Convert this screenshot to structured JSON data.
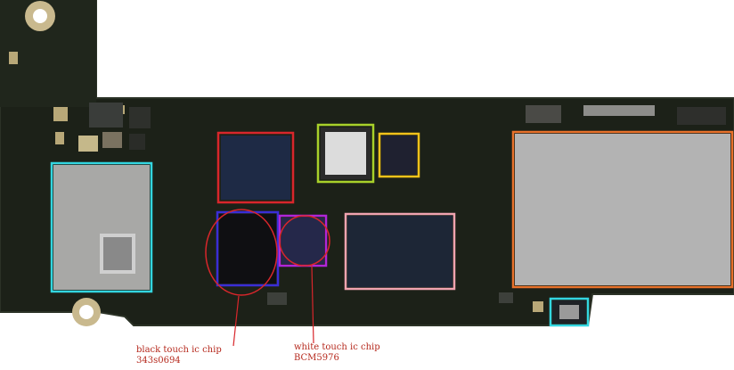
{
  "colors": {
    "board": "#1c2118",
    "board_edge": "#2b3226",
    "pad_gold": "#c9b98e",
    "shield": "#b3b3b3",
    "annotation_text": "#b5281c",
    "box_red": "#d8262b",
    "box_green": "#a8d12a",
    "box_yellow": "#f2c21b",
    "box_cyan": "#33d6e0",
    "box_orange": "#e8712a",
    "box_pink": "#f0a3b0",
    "box_blue": "#3a2dd6",
    "box_purple": "#b026d9"
  },
  "annotations": {
    "black_chip": {
      "line1": "black touch ic chip",
      "line2": "343s0694"
    },
    "white_chip": {
      "line1": "white touch ic chip",
      "line2": "BCM5976"
    }
  }
}
